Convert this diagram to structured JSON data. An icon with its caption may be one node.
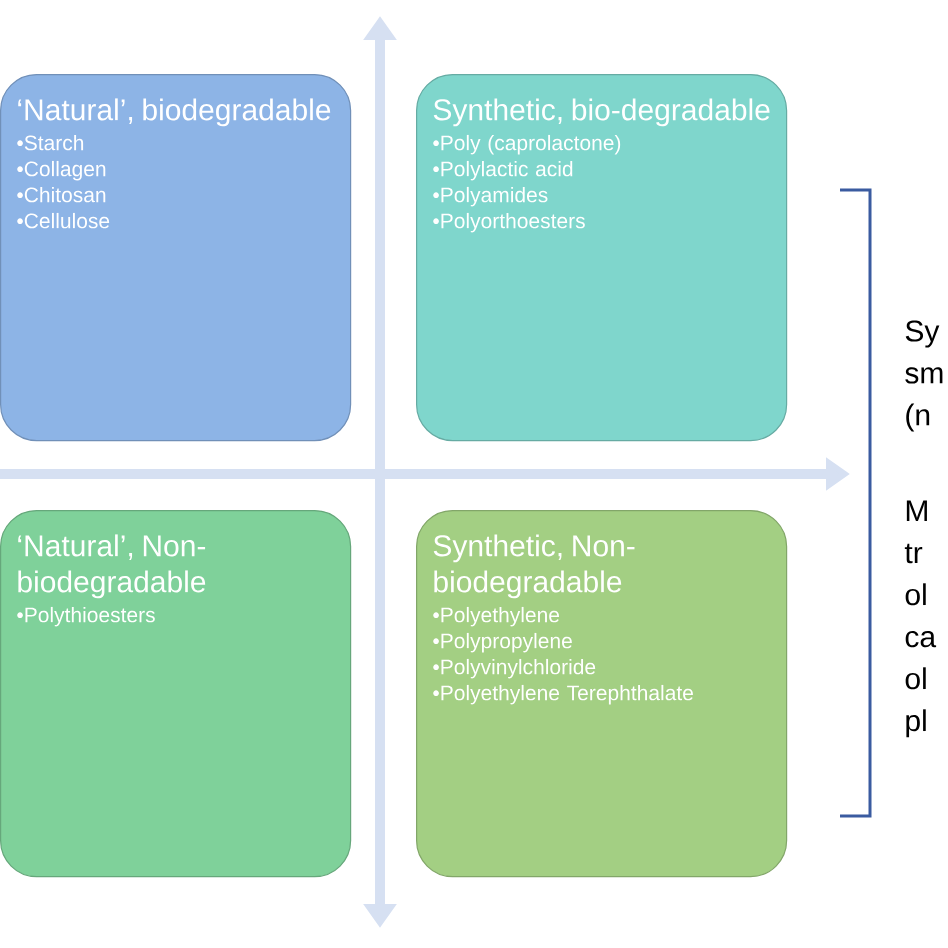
{
  "diagram": {
    "nodes": [
      {
        "text": [
          "‘Natural’, biodegradable",
          "•Starch",
          "•Collagen",
          "•Chitosan",
          "•Cellulose"
        ]
      },
      {
        "text": [
          "Synthetic, bio-degradable",
          "•Poly (caprolactone)",
          "•Polylactic acid",
          "•Polyamides",
          "•Polyorthoesters"
        ]
      },
      {
        "text": [
          "‘Natural’, Non-biodegradable",
          "•Polythioesters"
        ]
      },
      {
        "text": [
          "Synthetic, Non-biodegradable",
          "•Polyethylene",
          "•Polypropylene",
          "•Polyvinylchloride",
          "•Polyethylene Terephthalate"
        ]
      }
    ],
    "labels": [
      "Sy sm (n",
      "M tr ol ca ol pl"
    ]
  }
}
